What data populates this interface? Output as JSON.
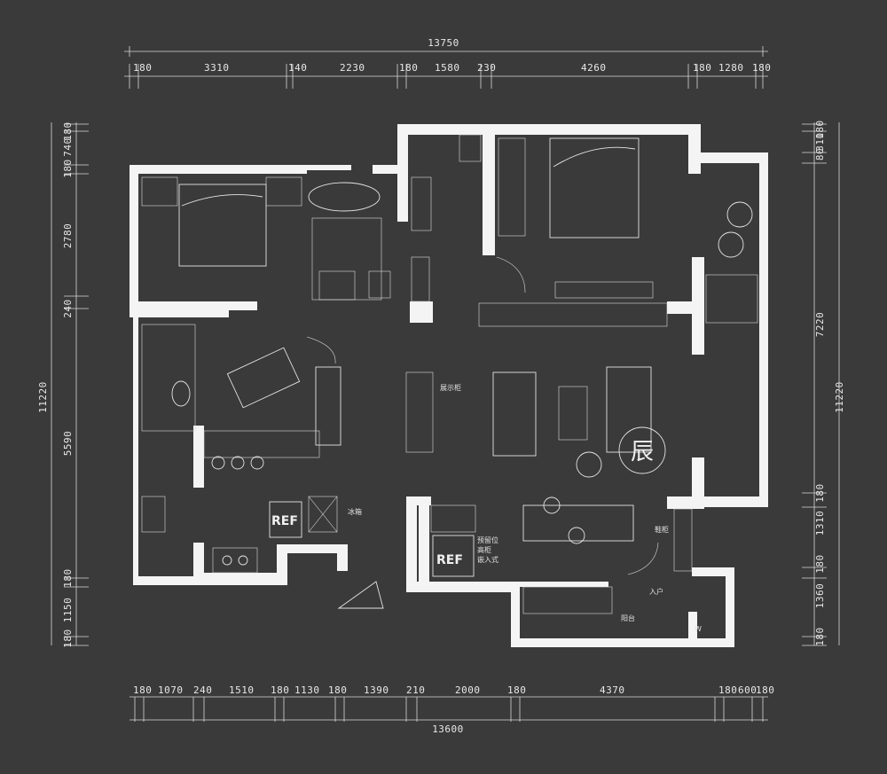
{
  "dimensions": {
    "top_total": "13750",
    "top_segments": [
      "180",
      "3310",
      "140",
      "2230",
      "180",
      "1580",
      "230",
      "4260",
      "180",
      "1280",
      "180"
    ],
    "bottom_total": "13600",
    "bottom_segments": [
      "180",
      "1070",
      "240",
      "1510",
      "180",
      "1130",
      "180",
      "1390",
      "210",
      "2000",
      "180",
      "4370",
      "180",
      "600",
      "180"
    ],
    "left_total": "11220",
    "left_segments": [
      "180",
      "740",
      "180",
      "2780",
      "240",
      "5590",
      "180",
      "1150",
      "180"
    ],
    "right_total": "11220",
    "right_segments": [
      "180",
      "310",
      "80",
      "7220",
      "180",
      "1310",
      "180",
      "1360",
      "180"
    ]
  },
  "labels": {
    "ref_left": "REF",
    "ref_right": "REF",
    "stamp_char": "辰",
    "note_fridge": "冰箱",
    "note_cabinet_1": "预留位",
    "note_cabinet_2": "高柜",
    "note_cabinet_3": "嵌入式",
    "note_display": "展示柜",
    "note_entry": "入户",
    "note_shoe": "鞋柜",
    "note_laundry": "阳台",
    "note_w": "W"
  },
  "colors": {
    "background": "#3a3a3b",
    "wall": "#f4f4f4",
    "sketch": "#e4e4e4"
  }
}
